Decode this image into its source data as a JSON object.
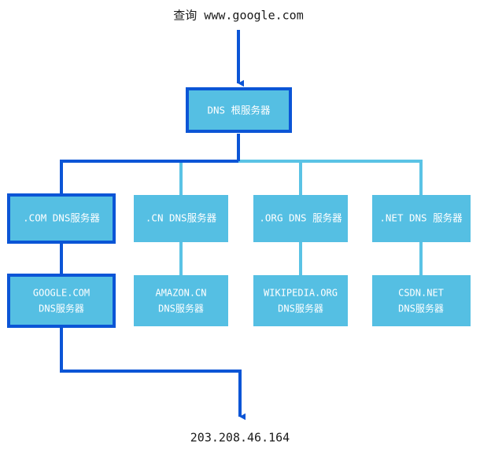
{
  "diagram": {
    "type": "tree",
    "title": "DNS resolution hierarchy",
    "colors": {
      "node_fill": "#55bfe3",
      "active_stroke": "#0b55d6",
      "inactive_link": "#5ac3e5",
      "text_on_node": "#ffffff",
      "caption_text": "#1a1a1a",
      "background": "#ffffff"
    },
    "query": {
      "label": "查询 www.google.com"
    },
    "result": {
      "label": "203.208.46.164"
    },
    "root": {
      "label": "DNS 根服务器",
      "active": true
    },
    "tld_level": [
      {
        "label": ".COM DNS服务器",
        "active": true
      },
      {
        "label": ".CN DNS服务器",
        "active": false
      },
      {
        "label": ".ORG DNS 服务器",
        "active": false
      },
      {
        "label": ".NET DNS 服务器",
        "active": false
      }
    ],
    "authoritative_level": [
      {
        "line1": "GOOGLE.COM",
        "line2": "DNS服务器",
        "active": true
      },
      {
        "line1": "AMAZON.CN",
        "line2": "DNS服务器",
        "active": false
      },
      {
        "line1": "WIKIPEDIA.ORG",
        "line2": "DNS服务器",
        "active": false
      },
      {
        "line1": "CSDN.NET",
        "line2": "DNS服务器",
        "active": false
      }
    ]
  }
}
